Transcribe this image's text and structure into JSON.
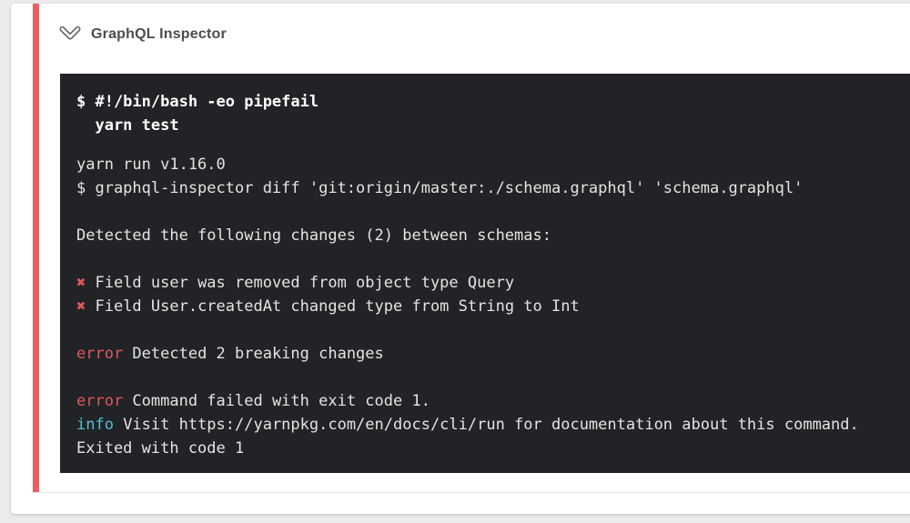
{
  "colors": {
    "page_bg": "#ebebeb",
    "card_bg": "#ffffff",
    "status_red": "#e95e5e",
    "divider": "#e3e3e3",
    "title_text": "#4c4c4c",
    "icon_stroke": "#5e5e5e",
    "terminal_bg": "#222326",
    "terminal_text": "#e4e4e4",
    "terminal_command": "#ffffff",
    "terminal_error": "#e0585c",
    "terminal_info": "#54bed6"
  },
  "step": {
    "title": "GraphQL Inspector",
    "icon": "chevron-down-outline"
  },
  "terminal": {
    "lines": [
      {
        "type": "command",
        "segments": [
          {
            "text": "$ #!/bin/bash -eo pipefail"
          }
        ]
      },
      {
        "type": "command",
        "segments": [
          {
            "text": "  yarn test"
          }
        ]
      },
      {
        "type": "spacer"
      },
      {
        "type": "output",
        "segments": [
          {
            "text": "yarn run v1.16.0"
          }
        ]
      },
      {
        "type": "output",
        "segments": [
          {
            "text": "$ graphql-inspector diff 'git:origin/master:./schema.graphql' 'schema.graphql'"
          }
        ]
      },
      {
        "type": "blank"
      },
      {
        "type": "output",
        "segments": [
          {
            "text": "Detected the following changes (2) between schemas:"
          }
        ]
      },
      {
        "type": "blank"
      },
      {
        "type": "output",
        "segments": [
          {
            "text": "✖",
            "color": "error"
          },
          {
            "text": " Field user was removed from object type Query"
          }
        ]
      },
      {
        "type": "output",
        "segments": [
          {
            "text": "✖",
            "color": "error"
          },
          {
            "text": " Field User.createdAt changed type from String to Int"
          }
        ]
      },
      {
        "type": "blank"
      },
      {
        "type": "output",
        "segments": [
          {
            "text": "error",
            "color": "error"
          },
          {
            "text": " Detected 2 breaking changes"
          }
        ]
      },
      {
        "type": "blank"
      },
      {
        "type": "output",
        "segments": [
          {
            "text": "error",
            "color": "error"
          },
          {
            "text": " Command failed with exit code 1."
          }
        ]
      },
      {
        "type": "output",
        "segments": [
          {
            "text": "info",
            "color": "info"
          },
          {
            "text": " Visit https://yarnpkg.com/en/docs/cli/run for documentation about this command."
          }
        ]
      },
      {
        "type": "output",
        "segments": [
          {
            "text": "Exited with code 1"
          }
        ]
      }
    ]
  }
}
